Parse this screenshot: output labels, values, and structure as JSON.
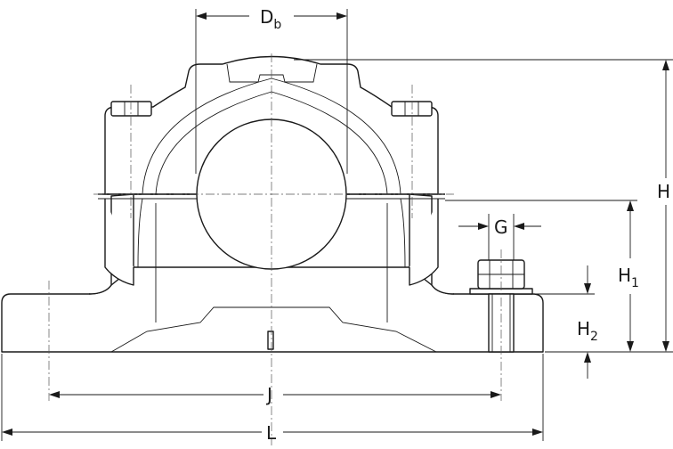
{
  "labels": {
    "Db": {
      "main": "D",
      "sub": "b"
    },
    "H": "H",
    "H1": {
      "main": "H",
      "sub": "1"
    },
    "H2": {
      "main": "H",
      "sub": "2"
    },
    "G": "G",
    "J": "J",
    "L": "L"
  }
}
